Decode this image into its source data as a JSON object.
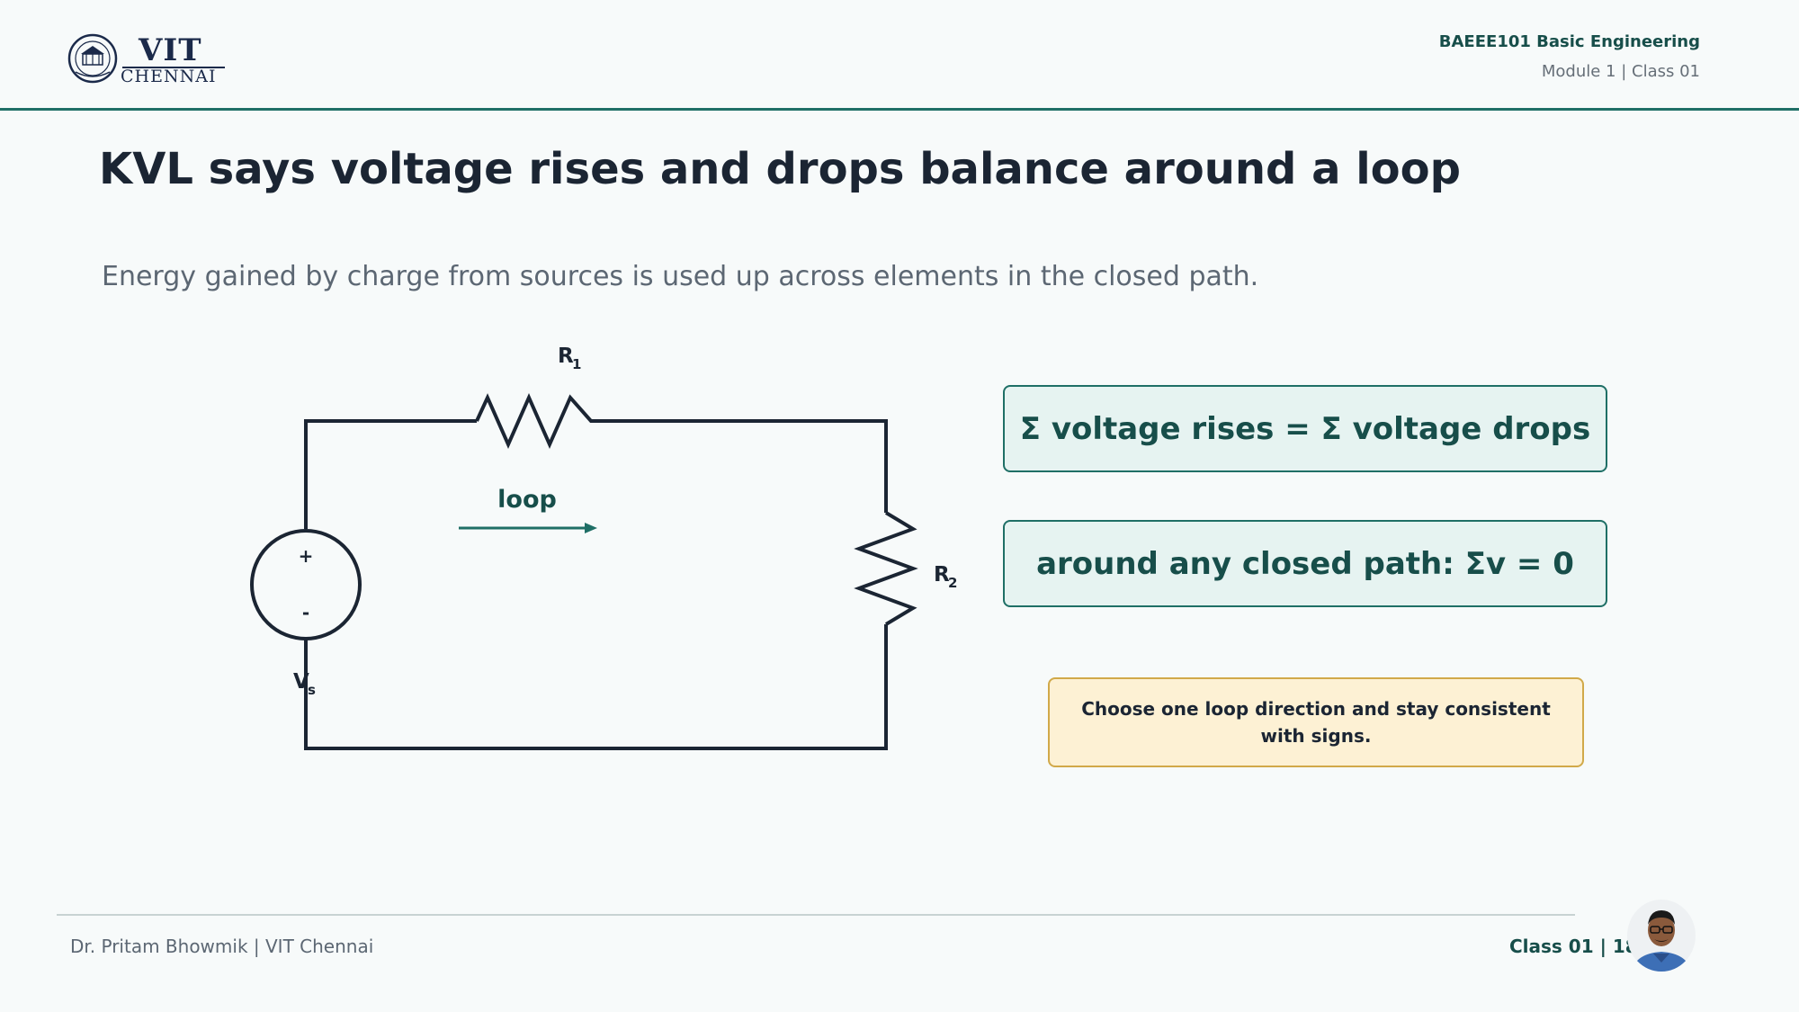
{
  "header": {
    "logo": {
      "name": "VIT",
      "location": "CHENNAI"
    },
    "course_title": "BAEEE101 Basic Engineering",
    "course_sub": "Module 1 | Class 01"
  },
  "slide": {
    "title": "KVL says voltage rises and drops balance around a loop",
    "subtitle": "Energy gained by charge from sources is used up across elements in the closed path."
  },
  "circuit": {
    "r1_label": "R",
    "r1_sub": "1",
    "r2_label": "R",
    "r2_sub": "2",
    "vs_label": "V",
    "vs_sub": "s",
    "plus": "+",
    "minus": "-",
    "loop_label": "loop",
    "accent": "#1f6f66",
    "wire_color": "#1b2533"
  },
  "equations": {
    "eq1": "Σ voltage rises = Σ voltage drops",
    "eq2": "around any closed path: Σv = 0"
  },
  "note": "Choose one loop direction and stay consistent with signs.",
  "footer": {
    "author": "Dr. Pritam Bhowmik | VIT Chennai",
    "page": "Class 01 | 18"
  }
}
